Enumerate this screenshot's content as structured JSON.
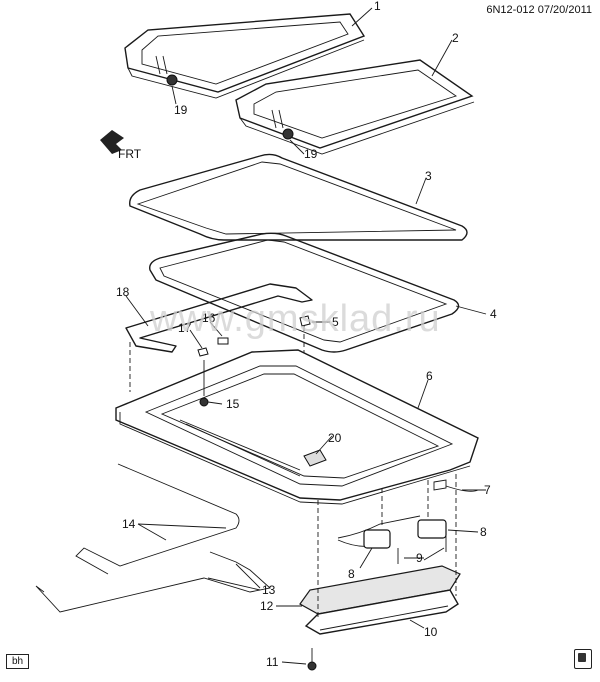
{
  "header": {
    "code": "6N12-012",
    "date": "07/20/2011"
  },
  "corner_badge": "bh",
  "watermark": "www.gmsklad.ru",
  "front_indicator": "FRT",
  "callouts": [
    {
      "id": "c1",
      "text": "1"
    },
    {
      "id": "c2",
      "text": "2"
    },
    {
      "id": "c3",
      "text": "3"
    },
    {
      "id": "c4",
      "text": "4"
    },
    {
      "id": "c5",
      "text": "5"
    },
    {
      "id": "c6",
      "text": "6"
    },
    {
      "id": "c7",
      "text": "7"
    },
    {
      "id": "c8a",
      "text": "8"
    },
    {
      "id": "c8b",
      "text": "8"
    },
    {
      "id": "c9",
      "text": "9"
    },
    {
      "id": "c10",
      "text": "10"
    },
    {
      "id": "c11",
      "text": "11"
    },
    {
      "id": "c12",
      "text": "12"
    },
    {
      "id": "c13",
      "text": "13"
    },
    {
      "id": "c14",
      "text": "14"
    },
    {
      "id": "c15",
      "text": "15"
    },
    {
      "id": "c16",
      "text": "16"
    },
    {
      "id": "c17",
      "text": "17"
    },
    {
      "id": "c18",
      "text": "18"
    },
    {
      "id": "c19a",
      "text": "19"
    },
    {
      "id": "c19b",
      "text": "19"
    },
    {
      "id": "c20",
      "text": "20"
    }
  ],
  "icons": {
    "manual": "book-icon",
    "front": "front-arrow-icon"
  }
}
